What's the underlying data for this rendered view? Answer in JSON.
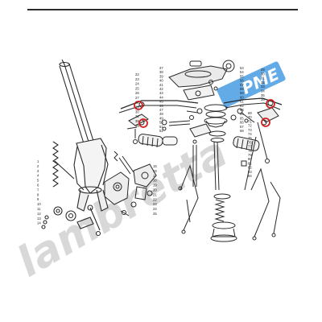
{
  "page": {
    "background": "#ffffff",
    "rule_color": "#2b2b2b"
  },
  "colors": {
    "ink": "#2a2a2a",
    "highlight": "#d32020",
    "watermark": "#b9b9b9",
    "badge": "#2f8fe0"
  },
  "watermark": {
    "text": "lambretta",
    "badge_text": "PME"
  },
  "callouts": {
    "fork": [
      "1",
      "2",
      "3",
      "4",
      "5",
      "6",
      "7",
      "8",
      "9",
      "10",
      "11",
      "12",
      "13",
      "14",
      "15",
      "16",
      "17",
      "18",
      "19",
      "20",
      "21",
      "22",
      "23",
      "24",
      "25"
    ],
    "lever_left": [
      "22",
      "23",
      "24",
      "25",
      "26",
      "27",
      "28",
      "29",
      "30",
      "31",
      "38",
      "39"
    ],
    "headset": [
      "37",
      "38",
      "39",
      "40",
      "41",
      "42",
      "43",
      "44",
      "45",
      "46",
      "47",
      "48",
      "49",
      "50",
      "51",
      "52",
      "53",
      "54",
      "55",
      "56",
      "57",
      "58",
      "59",
      "60",
      "61",
      "62",
      "63",
      "64",
      "65",
      "66",
      "67",
      "68",
      "69",
      "70",
      "71",
      "72",
      "73",
      "74",
      "75",
      "76",
      "77",
      "78",
      "79",
      "80",
      "81",
      "82",
      "83",
      "84"
    ],
    "lever_right": [
      "29",
      "30",
      "31",
      "32",
      "33",
      "34",
      "35",
      "36"
    ]
  },
  "highlights": [
    {
      "name": "left-lever-pivot-upper"
    },
    {
      "name": "left-lever-pivot-lower"
    },
    {
      "name": "right-lever-pivot-upper"
    },
    {
      "name": "right-lever-pivot-lower"
    }
  ]
}
